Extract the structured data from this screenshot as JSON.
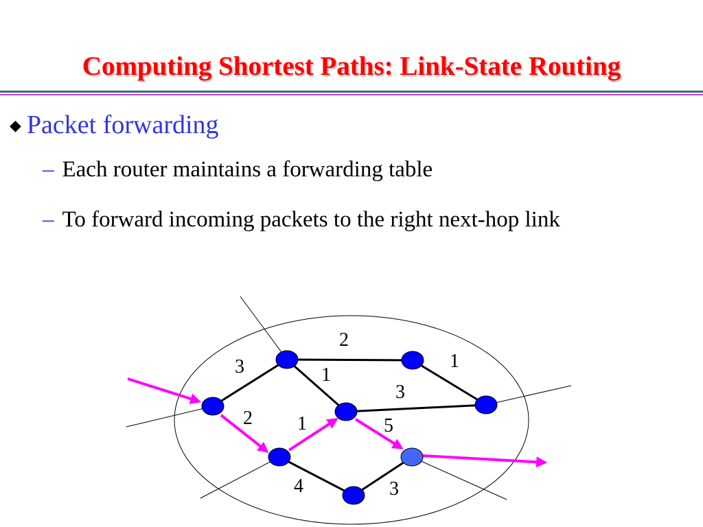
{
  "slide": {
    "title": "Computing Shortest Paths: Link-State Routing",
    "bullet": "Packet forwarding",
    "sub_bullets": [
      "Each router maintains a forwarding table",
      "To forward incoming packets to the right next-hop link"
    ]
  },
  "colors": {
    "title": "#ff0000",
    "bullet": "#3333e6",
    "node": "#0000ff",
    "path_arrow": "#ff00ff",
    "rule_top": "#2f6f8f",
    "rule_bottom": "#c040c0"
  },
  "diagram": {
    "link_costs": {
      "top": "2",
      "upper_left": "3",
      "diagonal": "1",
      "upper_right": "1",
      "middle": "3",
      "left_lower": "2",
      "center_left": "1",
      "center_right": "5",
      "bottom_left": "4",
      "bottom_right": "3"
    }
  }
}
